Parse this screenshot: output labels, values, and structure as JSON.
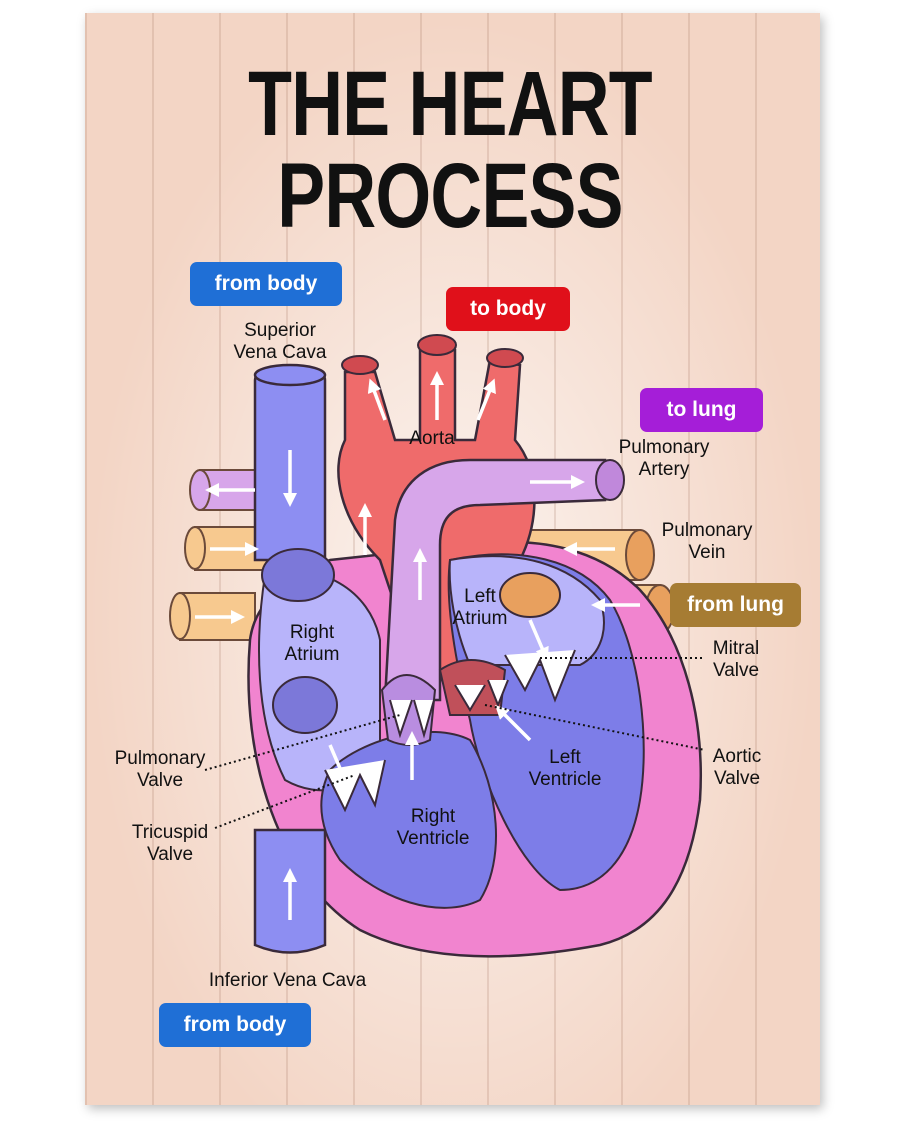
{
  "title": "THE HEART PROCESS",
  "badges": {
    "from_body_top": "from body",
    "to_body": "to body",
    "to_lung": "to lung",
    "from_lung": "from lung",
    "from_body_bottom": "from body"
  },
  "labels": {
    "superior_vena_cava": "Superior\nVena Cava",
    "aorta": "Aorta",
    "pulmonary_artery": "Pulmonary\nArtery",
    "pulmonary_vein": "Pulmonary\nVein",
    "left_atrium": "Left\nAtrium",
    "right_atrium": "Right\nAtrium",
    "mitral_valve": "Mitral\nValve",
    "pulmonary_valve": "Pulmonary\nValve",
    "aortic_valve": "Aortic\nValve",
    "left_ventricle": "Left\nVentricle",
    "tricuspid_valve": "Tricuspid\nValve",
    "right_ventricle": "Right\nVentricle",
    "inferior_vena_cava": "Inferior Vena Cava"
  },
  "colors": {
    "from_body": "#1f6fd6",
    "to_body": "#e0101a",
    "to_lung": "#a51ed8",
    "from_lung": "#a67c33",
    "deoxygenated": "#8d8ef2",
    "oxygenated": "#ef6b6b",
    "pulmonary_artery": "#d7a6ea",
    "pulmonary_vein": "#f7c98f",
    "heart_wall": "#f184cf"
  }
}
